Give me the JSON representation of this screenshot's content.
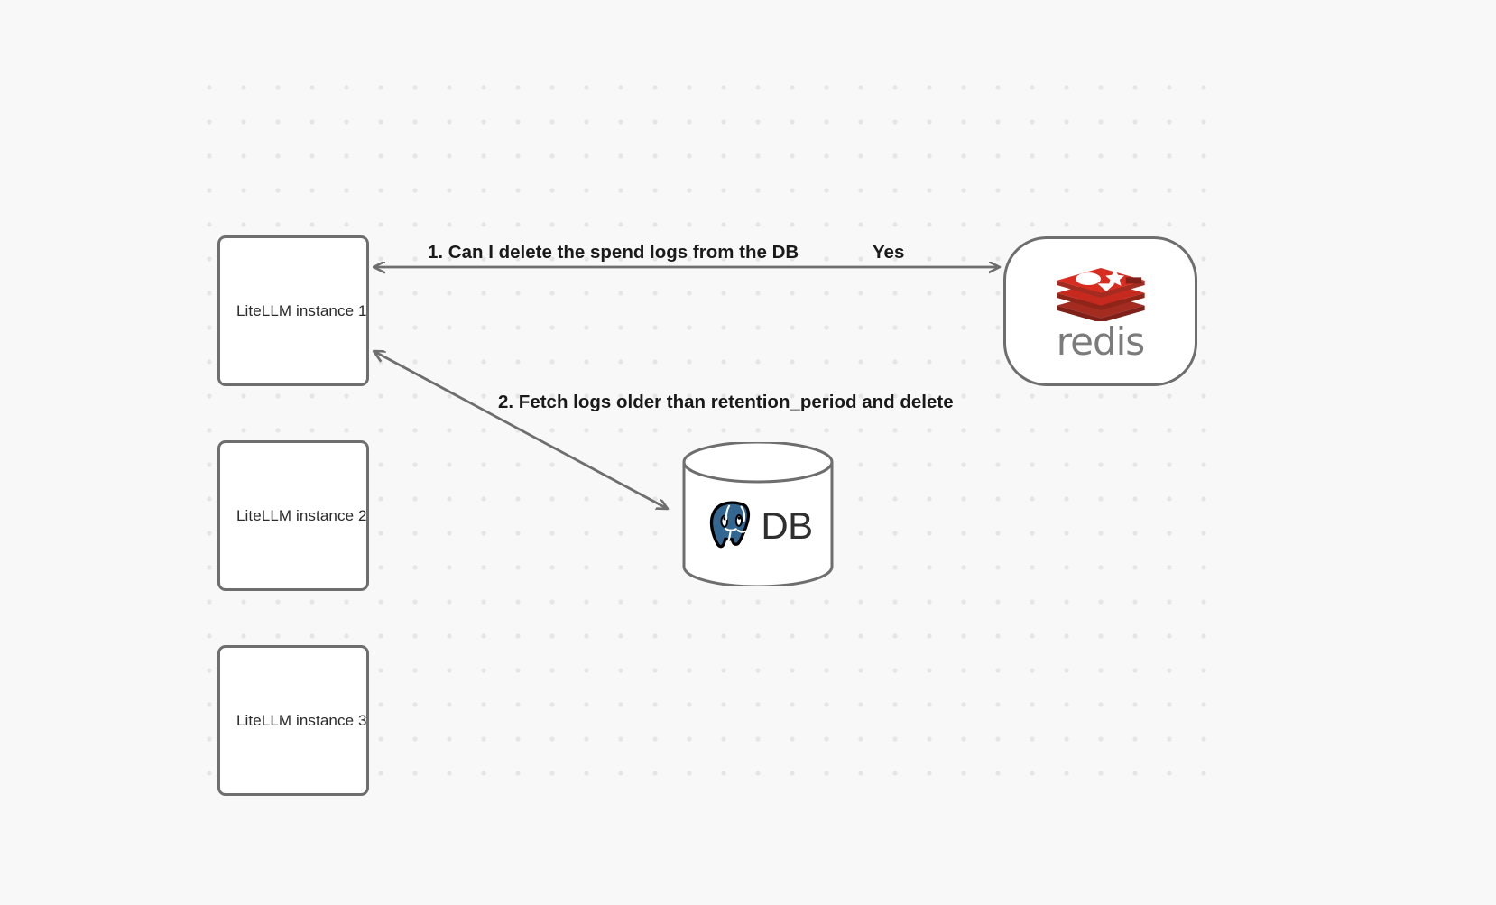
{
  "canvas": {
    "background_color": "#f8f8f8",
    "dot_color": "#e6e6e6",
    "stroke_color": "#6e6e6e"
  },
  "nodes": {
    "litellm_1": {
      "label": "LiteLLM instance 1"
    },
    "litellm_2": {
      "label": "LiteLLM instance 2"
    },
    "litellm_3": {
      "label": "LiteLLM instance 3"
    },
    "redis": {
      "label": "redis",
      "brand_color": "#d82c20",
      "wordmark_color": "#7b7b7b"
    },
    "database": {
      "label": "DB",
      "elephant_color": "#336791"
    }
  },
  "edges": {
    "step_1_label": "1.  Can I delete the spend logs from the DB",
    "yes_label": "Yes",
    "step_2_label": "2.  Fetch logs older than retention_period and delete"
  }
}
